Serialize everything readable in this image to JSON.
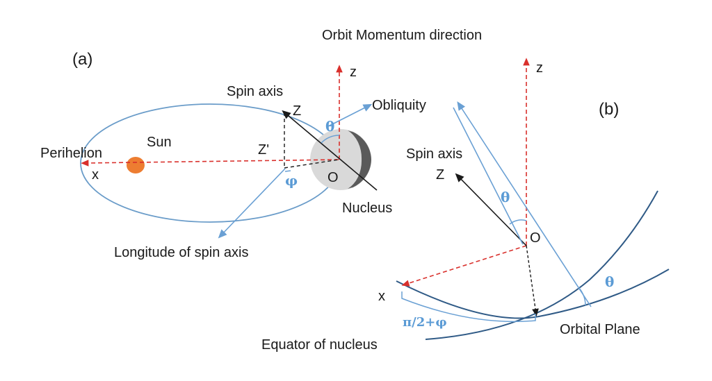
{
  "labels": {
    "title": "Orbit Momentum direction",
    "panel_a": "(a)",
    "panel_b": "(b)",
    "z_a": "z",
    "z_b": "z",
    "spin_axis_a": "Spin axis",
    "spin_axis_b": "Spin axis",
    "Z_a": "Z",
    "Z_b": "Z",
    "Z_prime": "Z'",
    "obliquity": "Obliquity",
    "sun": "Sun",
    "perihelion": "Perihelion",
    "x_a": "x",
    "x_b": "x",
    "O_a": "O",
    "O_b": "O",
    "nucleus": "Nucleus",
    "longitude": "Longitude of spin axis",
    "theta_a": "θ",
    "theta_b1": "θ",
    "theta_b2": "θ",
    "phi_a": "φ",
    "pi_phi": "π/2+φ",
    "orbital_plane": "Orbital Plane",
    "equator": "Equator of nucleus"
  },
  "colors": {
    "orbit": "#6a9cc9",
    "dashed_red": "#d9302c",
    "sun": "#ed7d31",
    "arrow_blue": "#6aa0d4",
    "greek": "#5b9bd5",
    "curve": "#2f5a86",
    "nucleus_light": "#d9d9d9",
    "nucleus_dark": "#5a5a5a"
  }
}
